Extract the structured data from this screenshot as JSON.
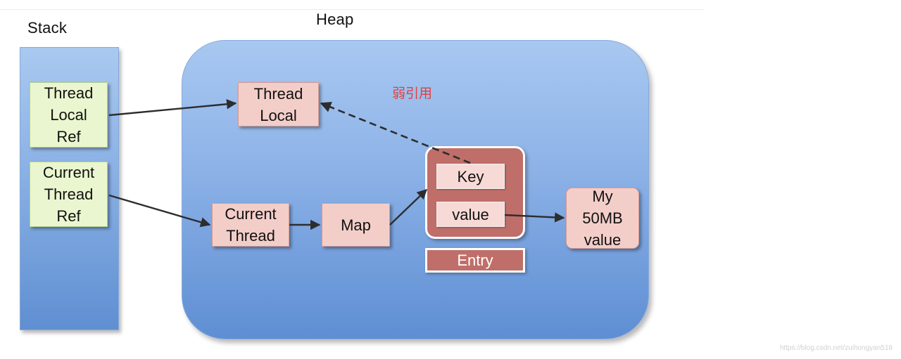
{
  "stack": {
    "title": "Stack"
  },
  "heap": {
    "title": "Heap"
  },
  "stack_boxes": {
    "threadlocal_ref": [
      "Thread",
      "Local",
      "Ref"
    ],
    "current_thread_ref": [
      "Current",
      "Thread",
      "Ref"
    ]
  },
  "heap_boxes": {
    "threadlocal": [
      "Thread",
      "Local"
    ],
    "current_thread": [
      "Current",
      "Thread"
    ],
    "map": "Map",
    "key": "Key",
    "value": "value",
    "entry": "Entry",
    "my_value": [
      "My",
      "50MB",
      "value"
    ]
  },
  "weak_reference_label": "弱引用",
  "watermark": "https://blog.csdn.net/zuihongyan518",
  "colors": {
    "stack_heap_fill": "#8db3e6",
    "green_box": "#eaf6cf",
    "pink_box": "#f3cec9",
    "entry_fill": "#c06e69",
    "weak_label": "#e04040"
  }
}
